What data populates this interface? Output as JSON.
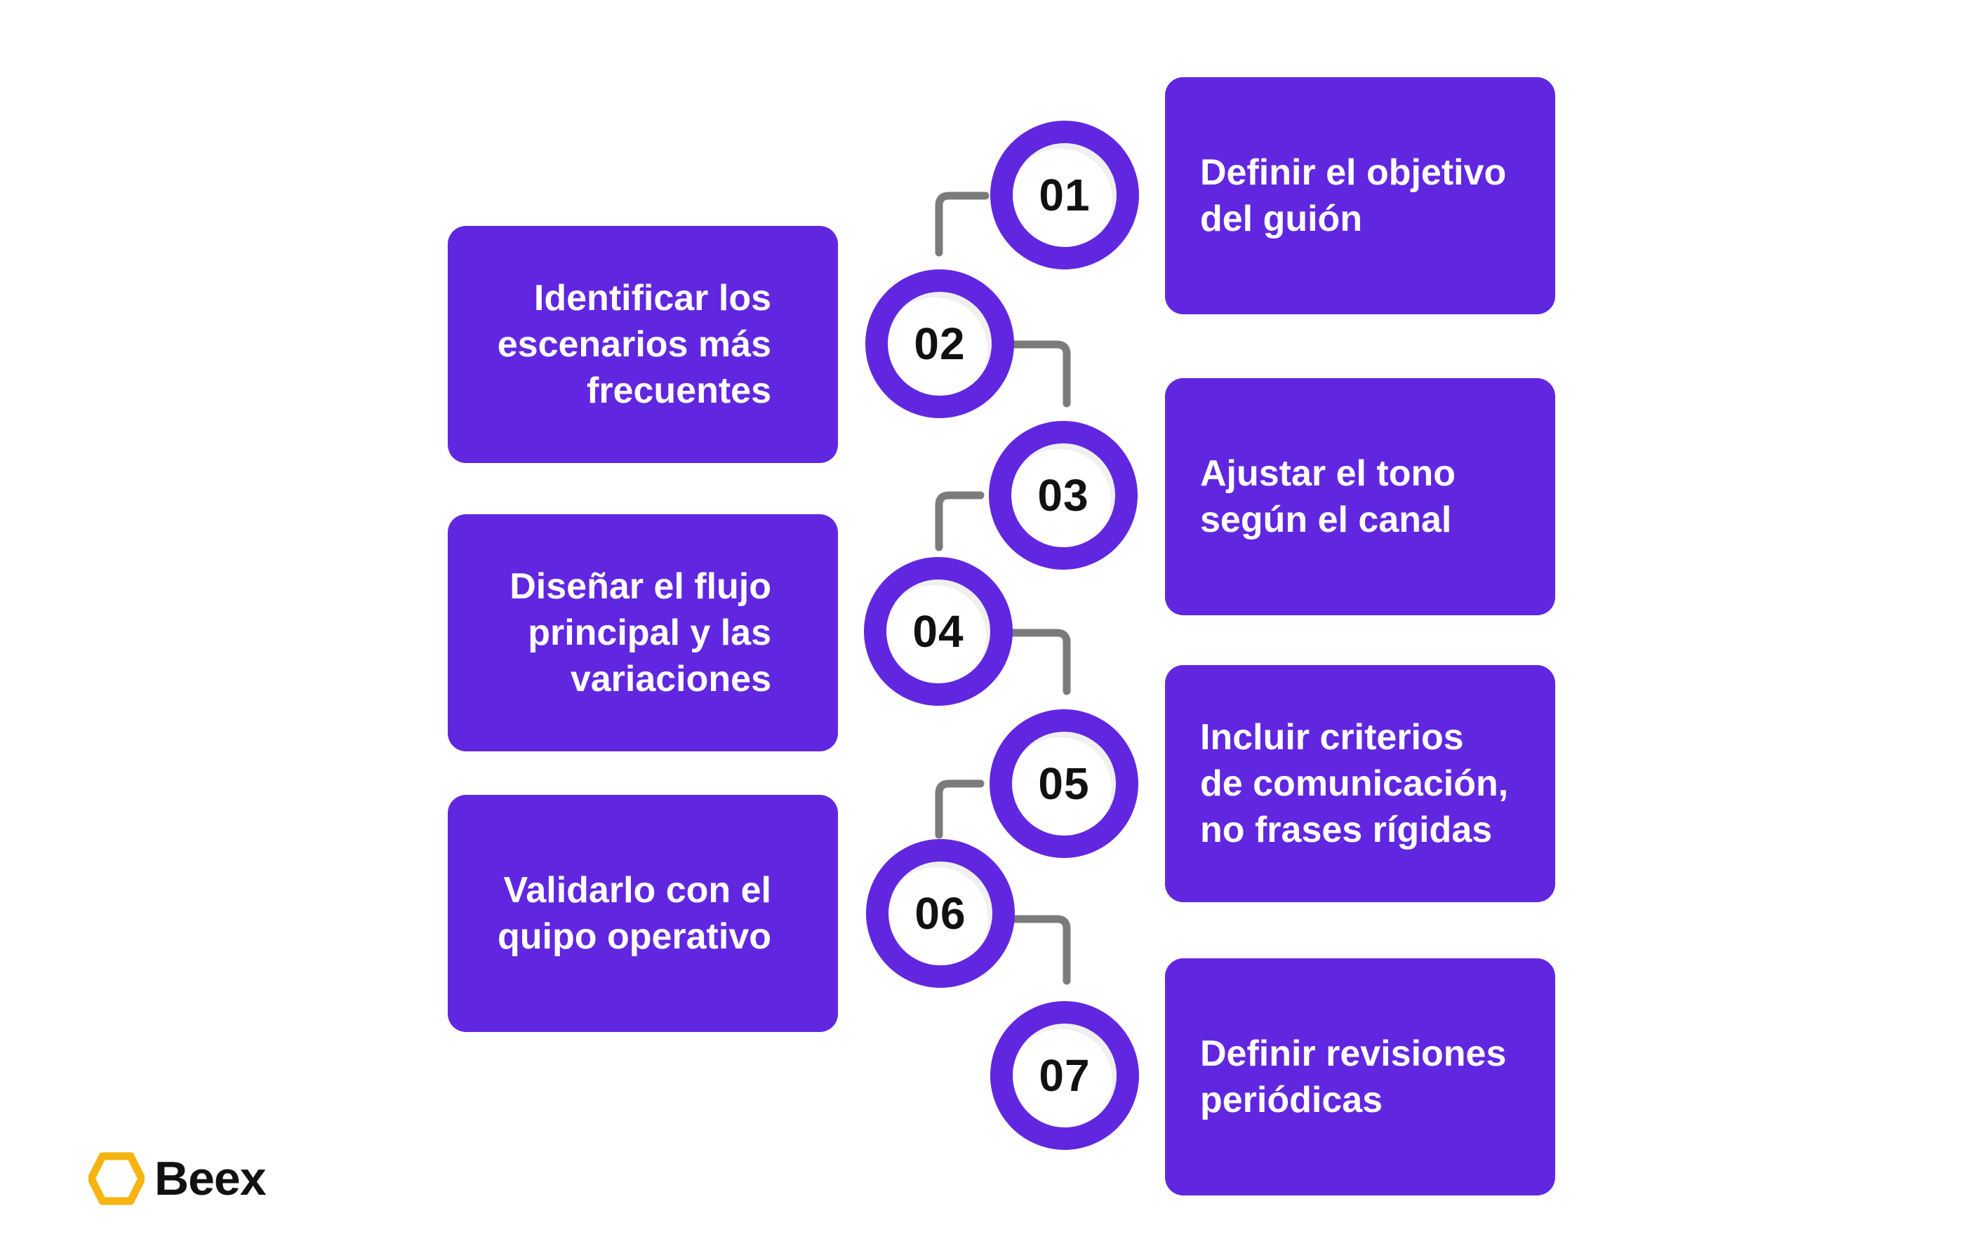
{
  "steps": [
    {
      "number": "01",
      "text": "Definir el objetivo\ndel guión"
    },
    {
      "number": "02",
      "text": "Identificar los\nescenarios más\nfrecuentes"
    },
    {
      "number": "03",
      "text": "Ajustar el tono\nsegún el canal"
    },
    {
      "number": "04",
      "text": "Diseñar el flujo\nprincipal y las\nvariaciones"
    },
    {
      "number": "05",
      "text": "Incluir criterios\nde comunicación,\nno frases rígidas"
    },
    {
      "number": "06",
      "text": "Validarlo con el\nquipo operativo"
    },
    {
      "number": "07",
      "text": "Definir revisiones\nperiódicas"
    }
  ],
  "brand": {
    "name": "Beex",
    "logo_icon": "hexagon-logo-icon",
    "logo_color": "#f5b40f"
  },
  "colors": {
    "accent": "#6127e0",
    "connector": "#7b7b7b",
    "number_text": "#111111"
  }
}
